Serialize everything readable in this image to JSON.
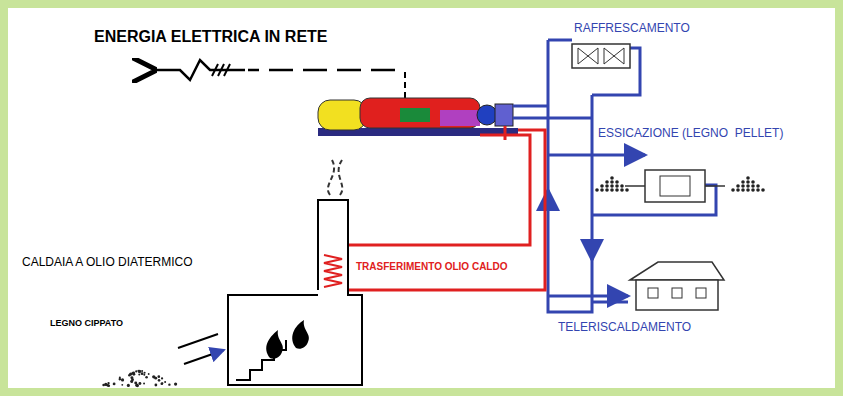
{
  "diagram": {
    "labels": [
      "ENERGIA ELETTRICA IN RETE",
      "RAFFRESCAMENTO",
      "ESSICAZIONE (LEGNO  PELLET)",
      "CALDAIA A OLIO DIATERMICO",
      "TRASFERIMENTO OLIO CALDO",
      "LEGNO CIPPATO",
      "TELERISCALDAMENTO"
    ]
  }
}
